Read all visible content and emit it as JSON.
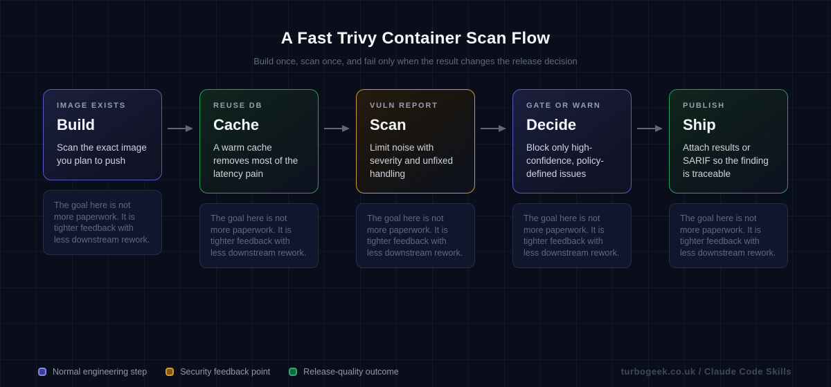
{
  "header": {
    "title": "A Fast Trivy Container Scan Flow",
    "subtitle": "Build once, scan once, and fail only when the result changes the release decision"
  },
  "steps": [
    {
      "eyebrow": "IMAGE EXISTS",
      "title": "Build",
      "body": "Scan the exact image you plan to push",
      "accent": "indigo",
      "note": "The goal here is not more paperwork. It is tighter feedback with less downstream rework."
    },
    {
      "eyebrow": "REUSE DB",
      "title": "Cache",
      "body": "A warm cache removes most of the latency pain",
      "accent": "green",
      "note": "The goal here is not more paperwork. It is tighter feedback with less downstream rework."
    },
    {
      "eyebrow": "VULN REPORT",
      "title": "Scan",
      "body": "Limit noise with severity and unfixed handling",
      "accent": "amber",
      "note": "The goal here is not more paperwork. It is tighter feedback with less downstream rework."
    },
    {
      "eyebrow": "GATE OR WARN",
      "title": "Decide",
      "body": "Block only high-confidence, policy-defined issues",
      "accent": "indigo",
      "note": "The goal here is not more paperwork. It is tighter feedback with less downstream rework."
    },
    {
      "eyebrow": "PUBLISH",
      "title": "Ship",
      "body": "Attach results or SARIF so the finding is traceable",
      "accent": "green",
      "note": "The goal here is not more paperwork. It is tighter feedback with less downstream rework."
    }
  ],
  "legend": [
    {
      "label": "Normal engineering step",
      "accent": "indigo"
    },
    {
      "label": "Security feedback point",
      "accent": "amber"
    },
    {
      "label": "Release-quality outcome",
      "accent": "green"
    }
  ],
  "footer": {
    "credit": "turbogeek.co.uk / Claude Code Skills"
  },
  "colors": {
    "background": "#0a0e1b",
    "accent_indigo": "#565cc4",
    "accent_amber": "#cf973a",
    "accent_green": "#2a9d60",
    "arrow": "#5e6878"
  }
}
